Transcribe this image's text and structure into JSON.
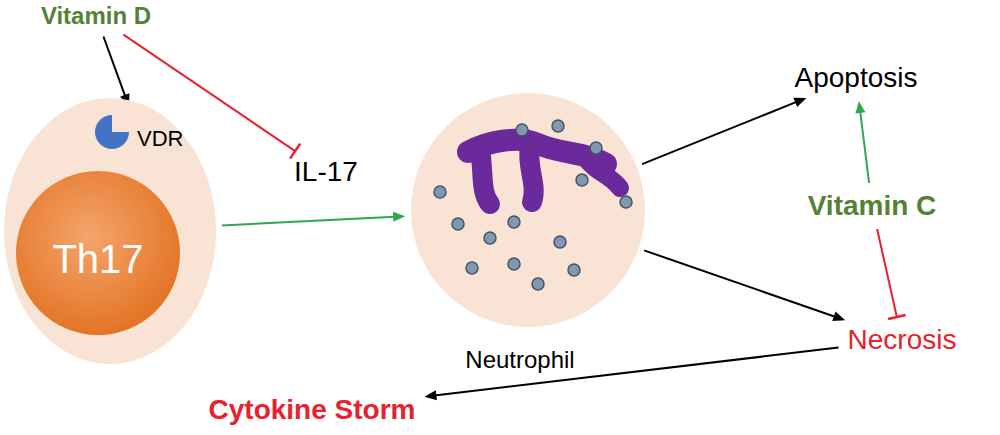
{
  "diagram": {
    "nodes": [
      {
        "text": [
          "Vitamin D"
        ]
      },
      {
        "text": [
          "Th17"
        ]
      },
      {
        "text": [
          "VDR"
        ],
        "in": 1
      },
      {
        "text": [
          "IL-17"
        ]
      },
      {
        "text": [
          "Neutrophil"
        ]
      },
      {
        "text": [
          "Apoptosis"
        ]
      },
      {
        "text": [
          "Vitamin C"
        ]
      },
      {
        "text": [
          "Necrosis"
        ]
      },
      {
        "text": [
          "Cytokine Storm"
        ]
      }
    ],
    "edges": [
      {
        "from": 0,
        "to": 2,
        "arrow": "to"
      },
      {
        "from": 0,
        "to": 3,
        "arrow": "to"
      },
      {
        "from": 1,
        "to": 4,
        "arrow": "to"
      },
      {
        "from": 4,
        "to": 5,
        "arrow": "to"
      },
      {
        "from": 4,
        "to": 7,
        "arrow": "to"
      },
      {
        "from": 6,
        "to": 5,
        "arrow": "to"
      },
      {
        "from": 6,
        "to": 7,
        "arrow": "to"
      },
      {
        "from": 7,
        "to": 8,
        "arrow": "to"
      }
    ]
  }
}
